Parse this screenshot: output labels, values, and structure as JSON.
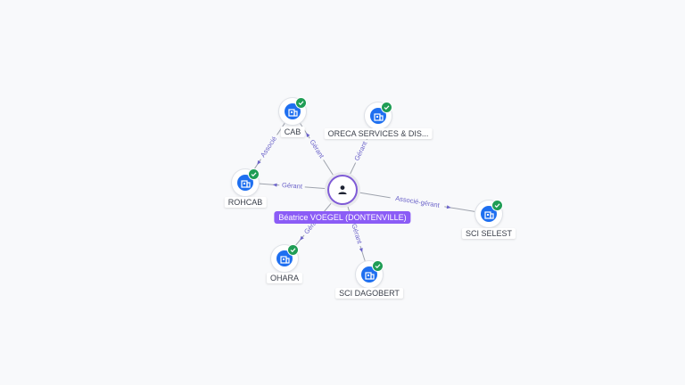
{
  "person": {
    "name": "Béatrice VOEGEL (DONTENVILLE)",
    "icon": "user-icon",
    "accent": "#8b5cf6"
  },
  "companies": [
    {
      "id": "cab",
      "label": "CAB",
      "icon": "building-icon",
      "verified": true
    },
    {
      "id": "oreca",
      "label": "ORECA SERVICES & DIS...",
      "icon": "building-icon",
      "verified": true
    },
    {
      "id": "rohcab",
      "label": "ROHCAB",
      "icon": "building-icon",
      "verified": true
    },
    {
      "id": "sci-selest",
      "label": "SCI SELEST",
      "icon": "building-icon",
      "verified": true
    },
    {
      "id": "ohara",
      "label": "OHARA",
      "icon": "building-icon",
      "verified": true
    },
    {
      "id": "sci-dagobert",
      "label": "SCI DAGOBERT",
      "icon": "building-icon",
      "verified": true
    }
  ],
  "relations": [
    {
      "from": "person",
      "to": "cab",
      "label": "Gérant"
    },
    {
      "from": "person",
      "to": "oreca",
      "label": "Gérant"
    },
    {
      "from": "person",
      "to": "rohcab",
      "label": "Gérant"
    },
    {
      "from": "person",
      "to": "sci-selest",
      "label": "Associé-gérant"
    },
    {
      "from": "person",
      "to": "ohara",
      "label": "Gérant"
    },
    {
      "from": "person",
      "to": "sci-dagobert",
      "label": "Gérant"
    },
    {
      "from": "cab",
      "to": "rohcab",
      "label": "Associé"
    }
  ],
  "colors": {
    "company": "#1e6ff0",
    "verified": "#1f9d55",
    "edge": "#9ea3ad",
    "edge_label": "#6b63c9"
  }
}
